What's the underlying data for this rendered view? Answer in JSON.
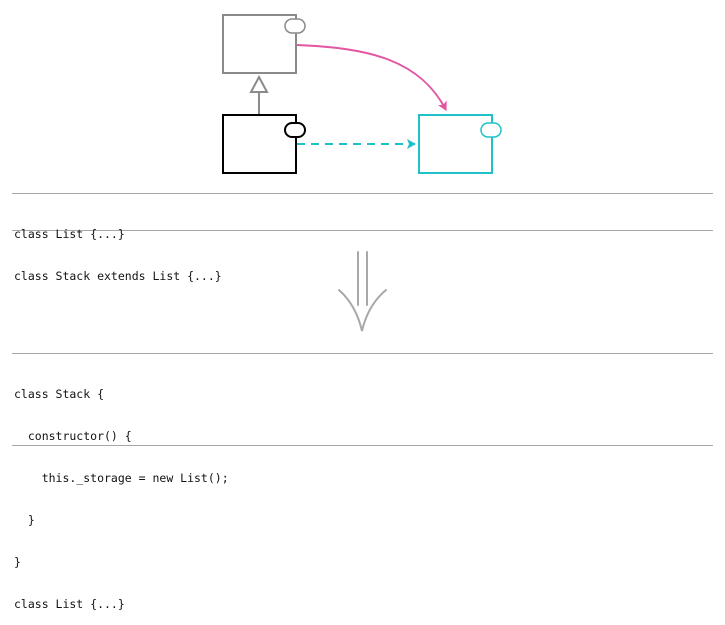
{
  "colors": {
    "gray": "#8a8a8a",
    "black": "#000000",
    "cyan": "#1ec2c8",
    "pink": "#e256a2",
    "arrow": "#a8a8a8"
  },
  "icons": {
    "component_notch": "component-port-icon",
    "refactor_arrow": "double-down-arrow-icon"
  },
  "code_before": {
    "lines": [
      "class List {...}",
      "class Stack extends List {...}"
    ]
  },
  "code_after": {
    "lines": [
      "class Stack {",
      "  constructor() {",
      "    this._storage = new List();",
      "  }",
      "}",
      "class List {...}"
    ]
  }
}
